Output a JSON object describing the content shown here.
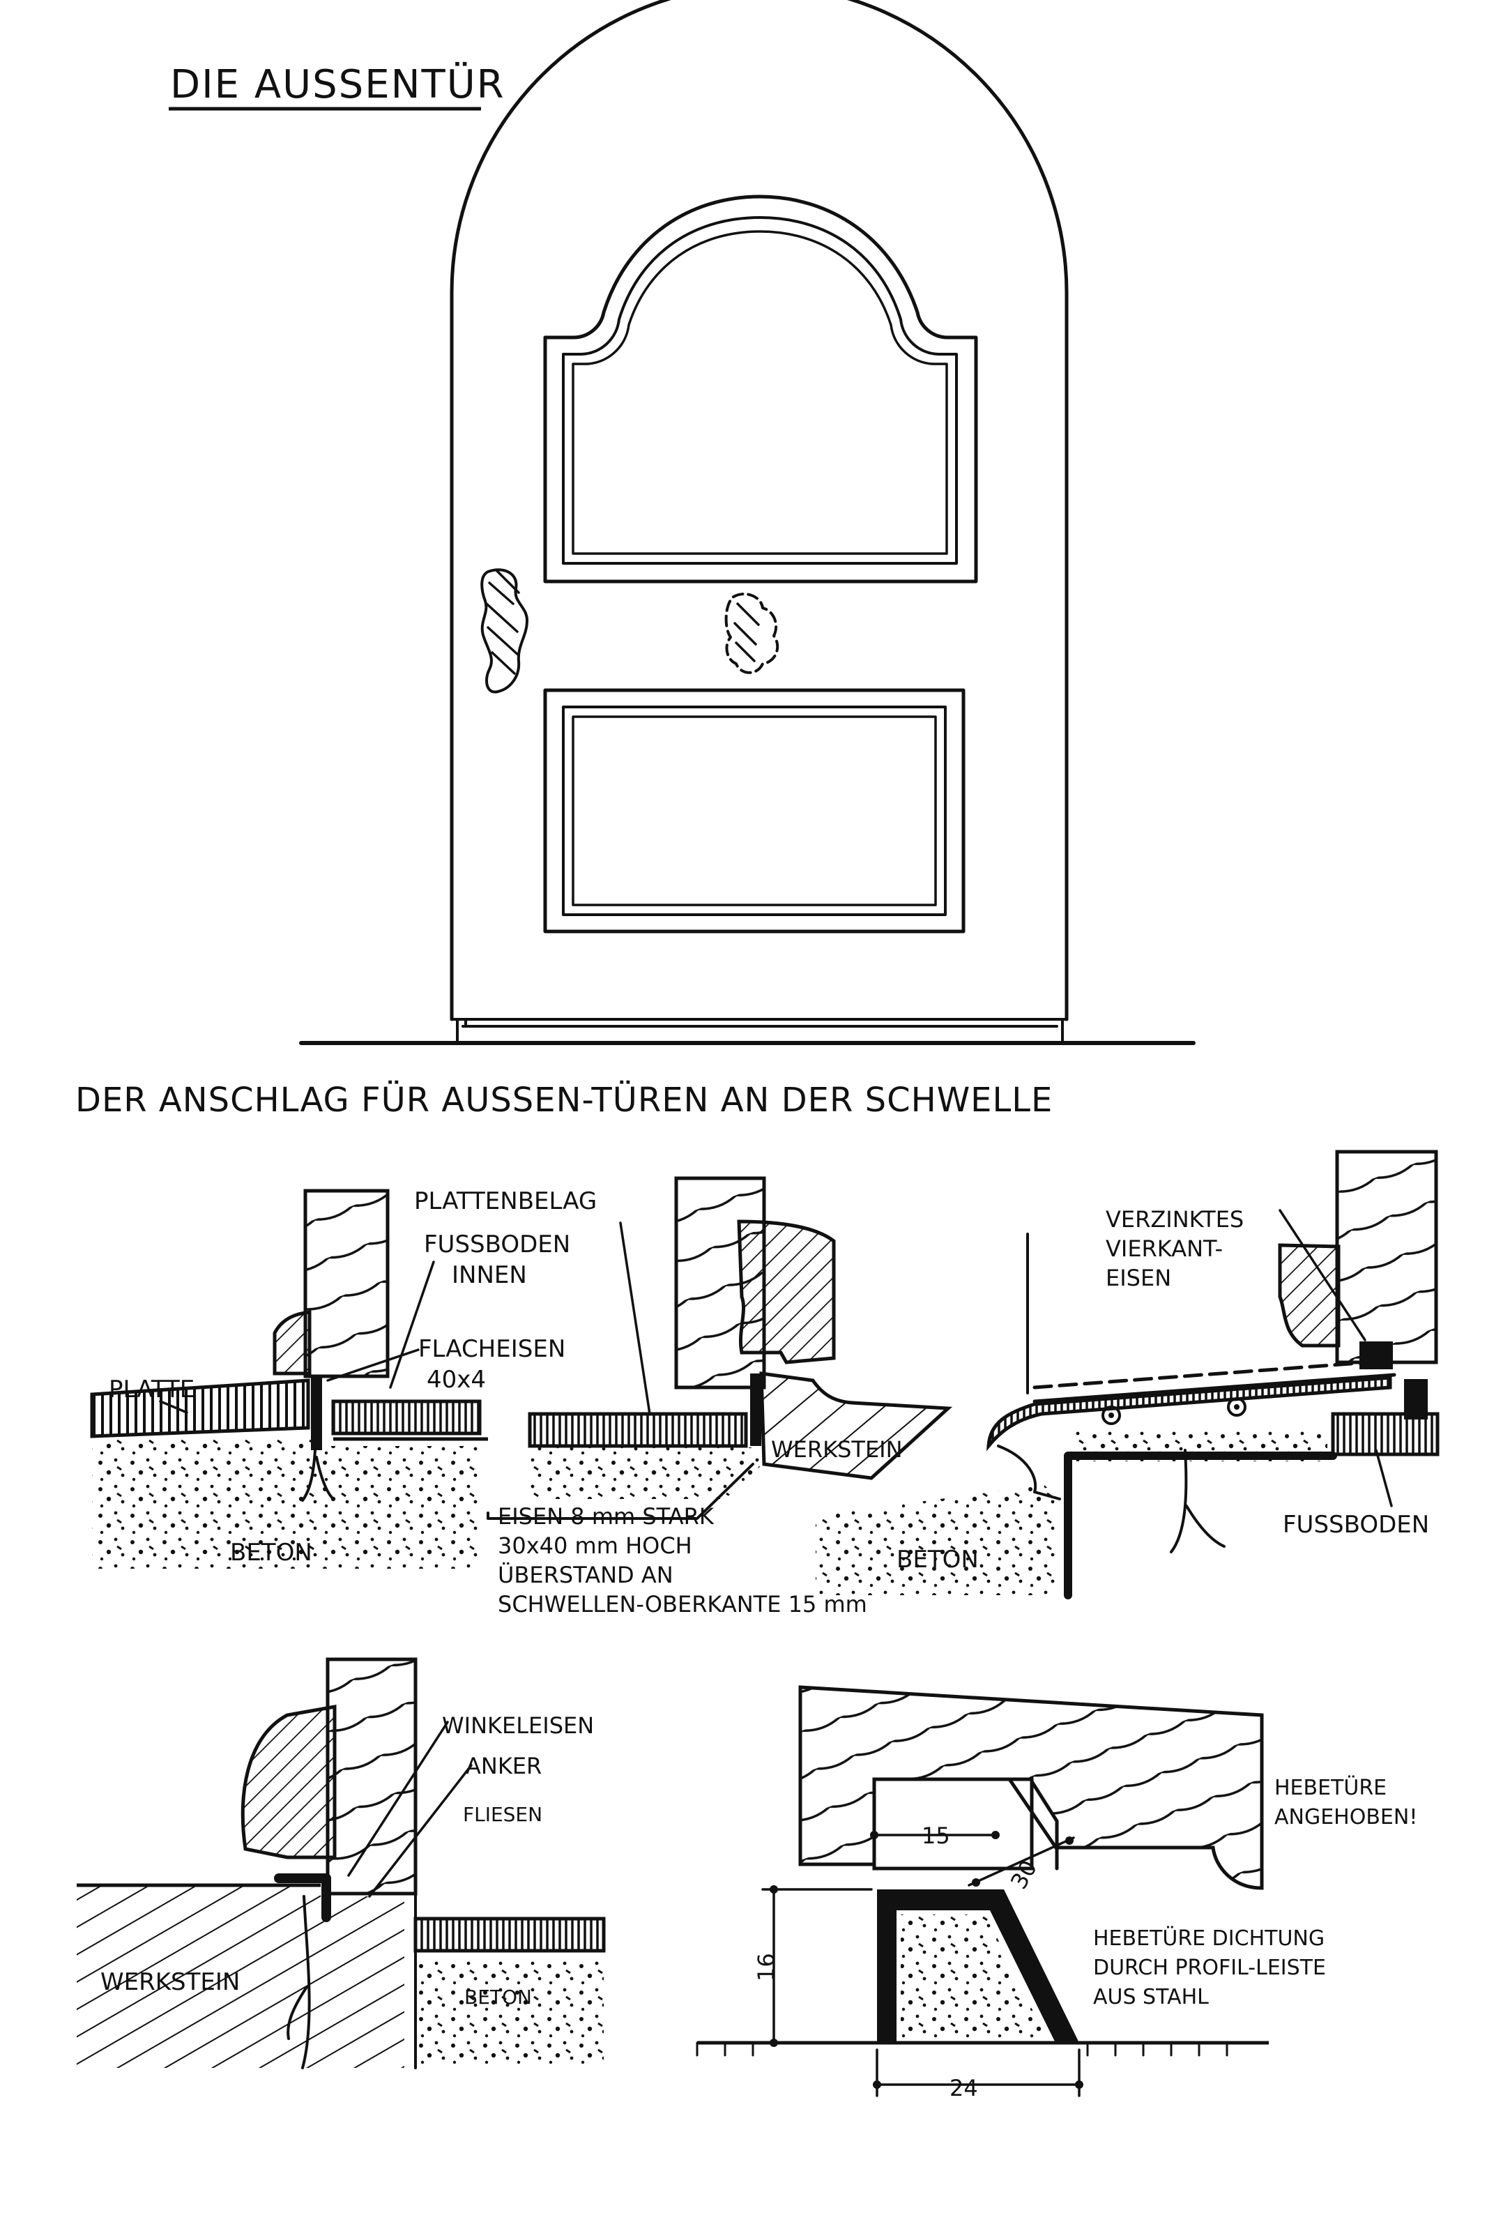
{
  "title_door": "DIE AUSSENTÜR",
  "title_threshold": "DER ANSCHLAG FÜR AUSSEN-TÜREN AN DER SCHWELLE",
  "section1": {
    "plattenbelag": "PLATTENBELAG",
    "fussboden_innen_1": "FUSSBODEN",
    "fussboden_innen_2": "INNEN",
    "flacheisen_1": "FLACHEISEN",
    "flacheisen_2": "40x4",
    "platte": "PLATTE",
    "beton": "BETON",
    "werkstein": "WERKSTEIN",
    "eisen_1": "EISEN 8 mm STARK",
    "eisen_2": "30x40 mm HOCH",
    "eisen_3": "ÜBERSTAND AN",
    "eisen_4": "SCHWELLEN-OBERKANTE 15 mm"
  },
  "section2": {
    "verzinktes_1": "VERZINKTES",
    "verzinktes_2": "VIERKANT-",
    "verzinktes_3": "EISEN",
    "fussboden": "FUSSBODEN",
    "beton": "BETON"
  },
  "section3": {
    "winkeleisen": "WINKELEISEN",
    "anker": "ANKER",
    "fliesen": "FLIESEN",
    "werkstein": "WERKSTEIN",
    "beton": "BETON"
  },
  "section4": {
    "hebetuere_1": "HEBETÜRE",
    "hebetuere_2": "ANGEHOBEN!",
    "dim_15": "15",
    "dim_30": "30",
    "dim_16": "16",
    "dim_24": "24",
    "dichtung_1": "HEBETÜRE DICHTUNG",
    "dichtung_2": "DURCH PROFIL-LEISTE",
    "dichtung_3": "AUS STAHL"
  }
}
